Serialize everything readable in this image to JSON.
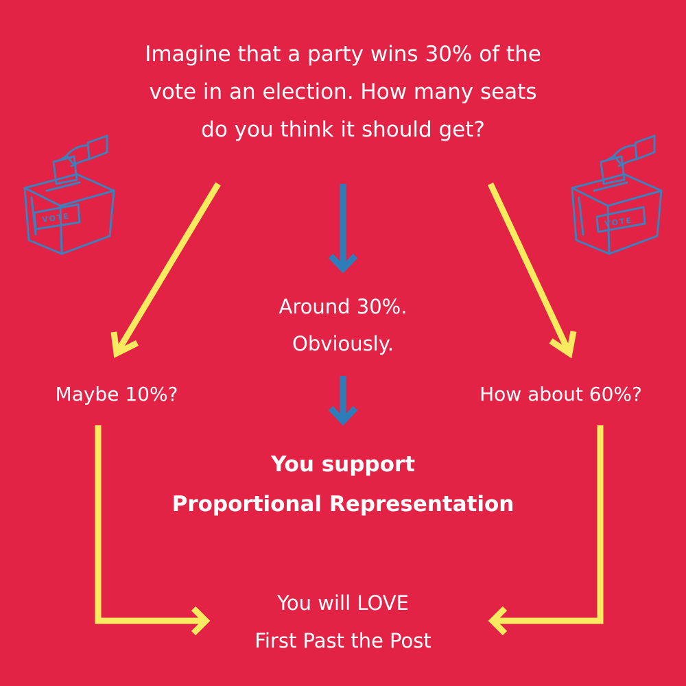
{
  "colors": {
    "background": "#E22345",
    "text": "#FFFFFF",
    "yellow_arrow": "#F8EB5F",
    "blue_arrow": "#2C7DBA",
    "ballot_stroke": "#3E7FBD"
  },
  "question": {
    "line1": "Imagine that a party wins 30% of the",
    "line2": "vote in an election. How many seats",
    "line3": "do you think it should get?"
  },
  "answers": {
    "left": "Maybe 10%?",
    "middle_line1": "Around 30%.",
    "middle_line2": "Obviously.",
    "right": "How about 60%?"
  },
  "results": {
    "pr_line1": "You support",
    "pr_line2": "Proportional Representation",
    "fptp_line1": "You will LOVE",
    "fptp_line2": "First Past the Post"
  },
  "ballot_box": {
    "label": "VOTE",
    "icon": "ballot-box-icon"
  }
}
